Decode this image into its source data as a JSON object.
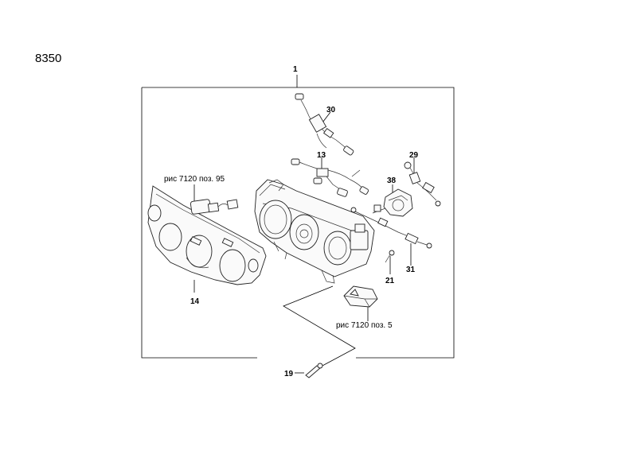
{
  "diagram": {
    "page_number": "8350",
    "labels": {
      "p1": "1",
      "p30": "30",
      "p13": "13",
      "p29": "29",
      "p38": "38",
      "p21": "21",
      "p31": "31",
      "p14": "14",
      "p19": "19",
      "ref_95": "рис 7120 поз. 95",
      "ref_5": "рис 7120 поз. 5"
    }
  }
}
